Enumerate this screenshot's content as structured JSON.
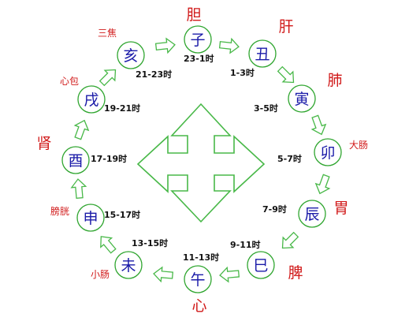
{
  "colors": {
    "circle_stroke": "#2ea52e",
    "arrow_stroke": "#48b848",
    "arrow_fill": "#ffffff",
    "branch_text": "#1a1aa8",
    "organ_text": "#d11a1a",
    "time_text": "#111111"
  },
  "cycle": [
    {
      "branch": "子",
      "time": "23-1时",
      "organ": "胆"
    },
    {
      "branch": "丑",
      "time": "1-3时",
      "organ": "肝"
    },
    {
      "branch": "寅",
      "time": "3-5时",
      "organ": "肺"
    },
    {
      "branch": "卯",
      "time": "5-7时",
      "organ": "大肠"
    },
    {
      "branch": "辰",
      "time": "7-9时",
      "organ": "胃"
    },
    {
      "branch": "巳",
      "time": "9-11时",
      "organ": "脾"
    },
    {
      "branch": "午",
      "time": "11-13时",
      "organ": "心"
    },
    {
      "branch": "未",
      "time": "13-15时",
      "organ": "小肠"
    },
    {
      "branch": "申",
      "time": "15-17时",
      "organ": "膀胱"
    },
    {
      "branch": "酉",
      "time": "17-19时",
      "organ": "肾"
    },
    {
      "branch": "戌",
      "time": "19-21时",
      "organ": "心包"
    },
    {
      "branch": "亥",
      "time": "21-23时",
      "organ": "三焦"
    }
  ],
  "center_icon": "four-way-arrow-icon",
  "flow_arrow_icon": "hollow-arrow-icon"
}
